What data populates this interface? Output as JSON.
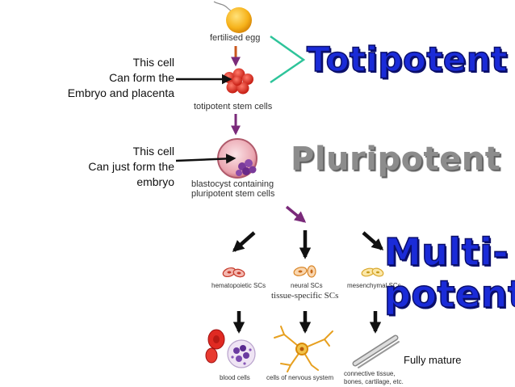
{
  "annotations": {
    "totipotent_note": "This cell\nCan form the\nEmbryo and placenta",
    "pluripotent_note": "This cell\nCan just form the\nembryo",
    "fully_mature": "Fully mature"
  },
  "headings": {
    "totipotent": "Totipotent",
    "pluripotent": "Pluripotent",
    "multipotent": "Multi-\npotent"
  },
  "stages": {
    "fertilised_egg": "fertilised egg",
    "totipotent_cells": "totipotent stem cells",
    "blastocyst": "blastocyst containing\npluripotent stem cells",
    "hematopoietic": "hematopoietic SCs",
    "neural": "neural SCs",
    "mesenchymal": "mesenchymal SCs",
    "tissue_specific": "tissue-specific SCs",
    "blood_cells": "blood cells",
    "nervous_cells": "cells of nervous system",
    "connective": "connective tissue,\nbones, cartilage, etc."
  },
  "colors": {
    "heading_blue": "#1a2bd8",
    "heading_gray": "#8c8c8c",
    "flow_arrow": "#7a2a7a",
    "bracket": "#2ec49a"
  }
}
